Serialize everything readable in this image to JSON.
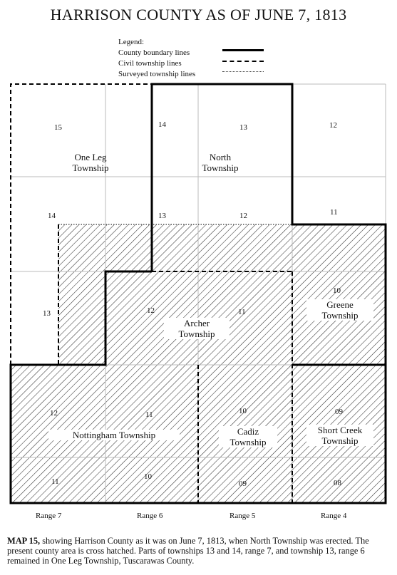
{
  "title": "HARRISON COUNTY AS OF JUNE 7, 1813",
  "legend": {
    "heading": "Legend:",
    "county": "County boundary lines",
    "civil": "Civil township lines",
    "surveyed": "Surveyed township lines"
  },
  "numbers": {
    "r7_15": "15",
    "r6w_14": "14",
    "r6_13_top": "13",
    "r4_12": "12",
    "r7_14": "14",
    "r6w_13": "13",
    "r5_12": "12",
    "r4_11": "11",
    "r7_13": "13",
    "r6_12": "12",
    "r5_11": "11",
    "r4_10": "10",
    "r7_12": "12",
    "r6_11": "11",
    "r5_10": "10",
    "r4_09": "09",
    "r7_11": "11",
    "r6_10": "10",
    "r5_09": "09",
    "r4_08": "08"
  },
  "townships": {
    "one_leg": "One Leg\nTownship",
    "north": "North\nTownship",
    "archer": "Archer\nTownship",
    "greene": "Greene\nTownship",
    "nottingham": "Nottingham Township",
    "cadiz": "Cadiz\nTownship",
    "short_creek": "Short Creek\nTownship"
  },
  "ranges": {
    "r7": "Range 7",
    "r6": "Range 6",
    "r5": "Range 5",
    "r4": "Range 4"
  },
  "caption": {
    "lead": "MAP  15,",
    "text": " showing Harrison County as it was on June 7, 1813, when North Township was erected.  The present county area is cross hatched.  Parts of townships 13 and 14, range 7, and township 13, range 6 remained in One Leg Township, Tuscarawas County."
  }
}
